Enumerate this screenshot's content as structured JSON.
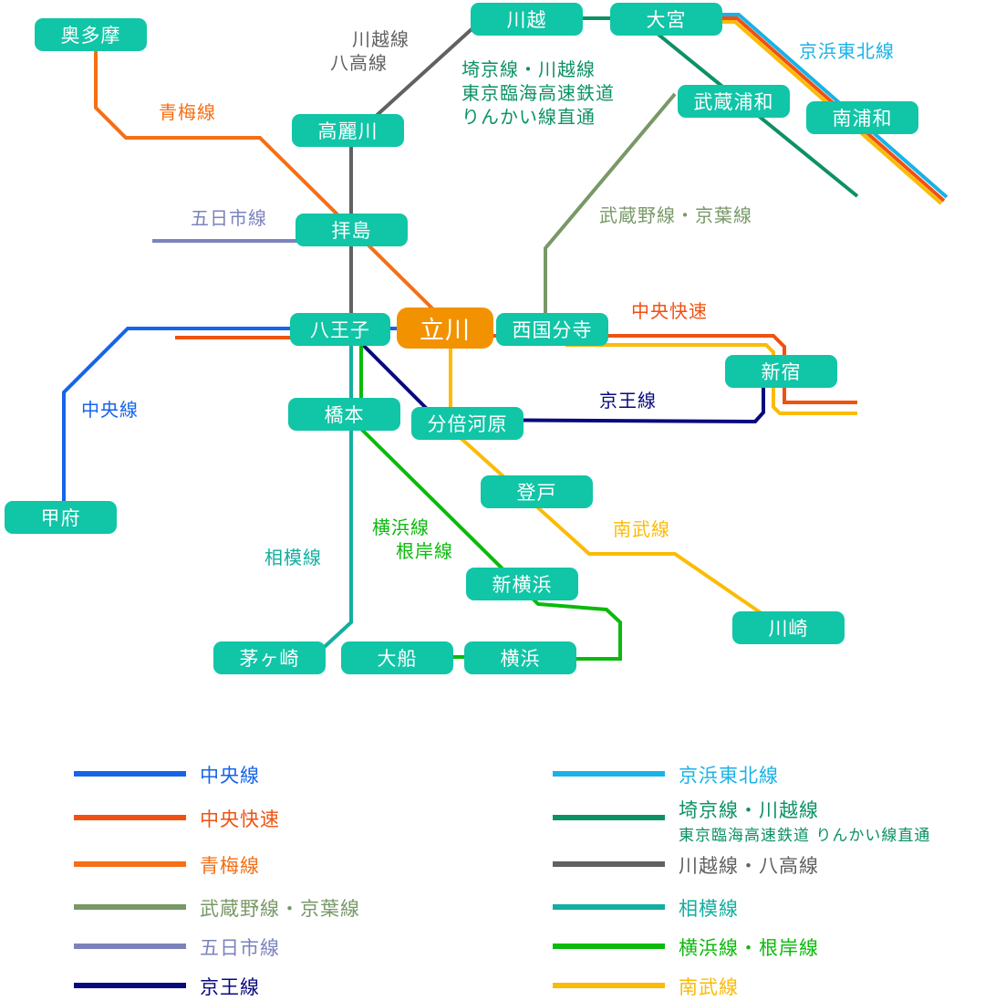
{
  "colors": {
    "chuo": "#1764ea",
    "chuo_rapid": "#f05110",
    "ome": "#f56f14",
    "musashino": "#789868",
    "itsukaichi": "#7b83bd",
    "keio": "#09097e",
    "keihin": "#19b2e6",
    "saikyo": "#0c9165",
    "kawagoe": "#616161",
    "sagami": "#13aea0",
    "yokohama": "#0bba0b",
    "nanbu": "#fbbb06",
    "station": "#11c5a7",
    "hub": "#f39200"
  },
  "stations": {
    "okutama": "奥多摩",
    "kawagoe": "川越",
    "omiya": "大宮",
    "musashi_urawa": "武蔵浦和",
    "minami_urawa": "南浦和",
    "komagawa": "高麗川",
    "haijima": "拝島",
    "hachioji": "八王子",
    "tachikawa": "立川",
    "nishikokubunji": "西国分寺",
    "shinjuku": "新宿",
    "hashimoto": "橋本",
    "bubaigawara": "分倍河原",
    "noborito": "登戸",
    "kofu": "甲府",
    "shin_yokohama": "新横浜",
    "kawasaki": "川崎",
    "chigasaki": "茅ヶ崎",
    "ofuna": "大船",
    "yokohama": "横浜"
  },
  "map_labels": {
    "kawagoe_hachiko_1": "川越線",
    "kawagoe_hachiko_2": "八高線",
    "saikyo_1": "埼京線・川越線",
    "saikyo_2": "東京臨海高速鉄道",
    "saikyo_3": "りんかい線直通",
    "keihin": "京浜東北線",
    "ome": "青梅線",
    "itsukaichi": "五日市線",
    "musashino": "武蔵野線・京葉線",
    "chuo_rapid": "中央快速",
    "chuo": "中央線",
    "keio": "京王線",
    "yokohama_1": "横浜線",
    "yokohama_2": "根岸線",
    "nanbu": "南武線",
    "sagami": "相模線"
  },
  "legend": [
    {
      "label": "中央線",
      "color": "#1764ea"
    },
    {
      "label": "中央快速",
      "color": "#f05110"
    },
    {
      "label": "青梅線",
      "color": "#f56f14"
    },
    {
      "label": "武蔵野線・京葉線",
      "color": "#789868"
    },
    {
      "label": "五日市線",
      "color": "#7b83bd"
    },
    {
      "label": "京王線",
      "color": "#09097e"
    },
    {
      "label": "京浜東北線",
      "color": "#19b2e6"
    },
    {
      "label": "埼京線・川越線",
      "sublabel": "東京臨海高速鉄道 りんかい線直通",
      "color": "#0c9165"
    },
    {
      "label": "川越線・八高線",
      "color": "#616161"
    },
    {
      "label": "相模線",
      "color": "#13aea0"
    },
    {
      "label": "横浜線・根岸線",
      "color": "#0bba0b"
    },
    {
      "label": "南武線",
      "color": "#fbbb06"
    }
  ]
}
